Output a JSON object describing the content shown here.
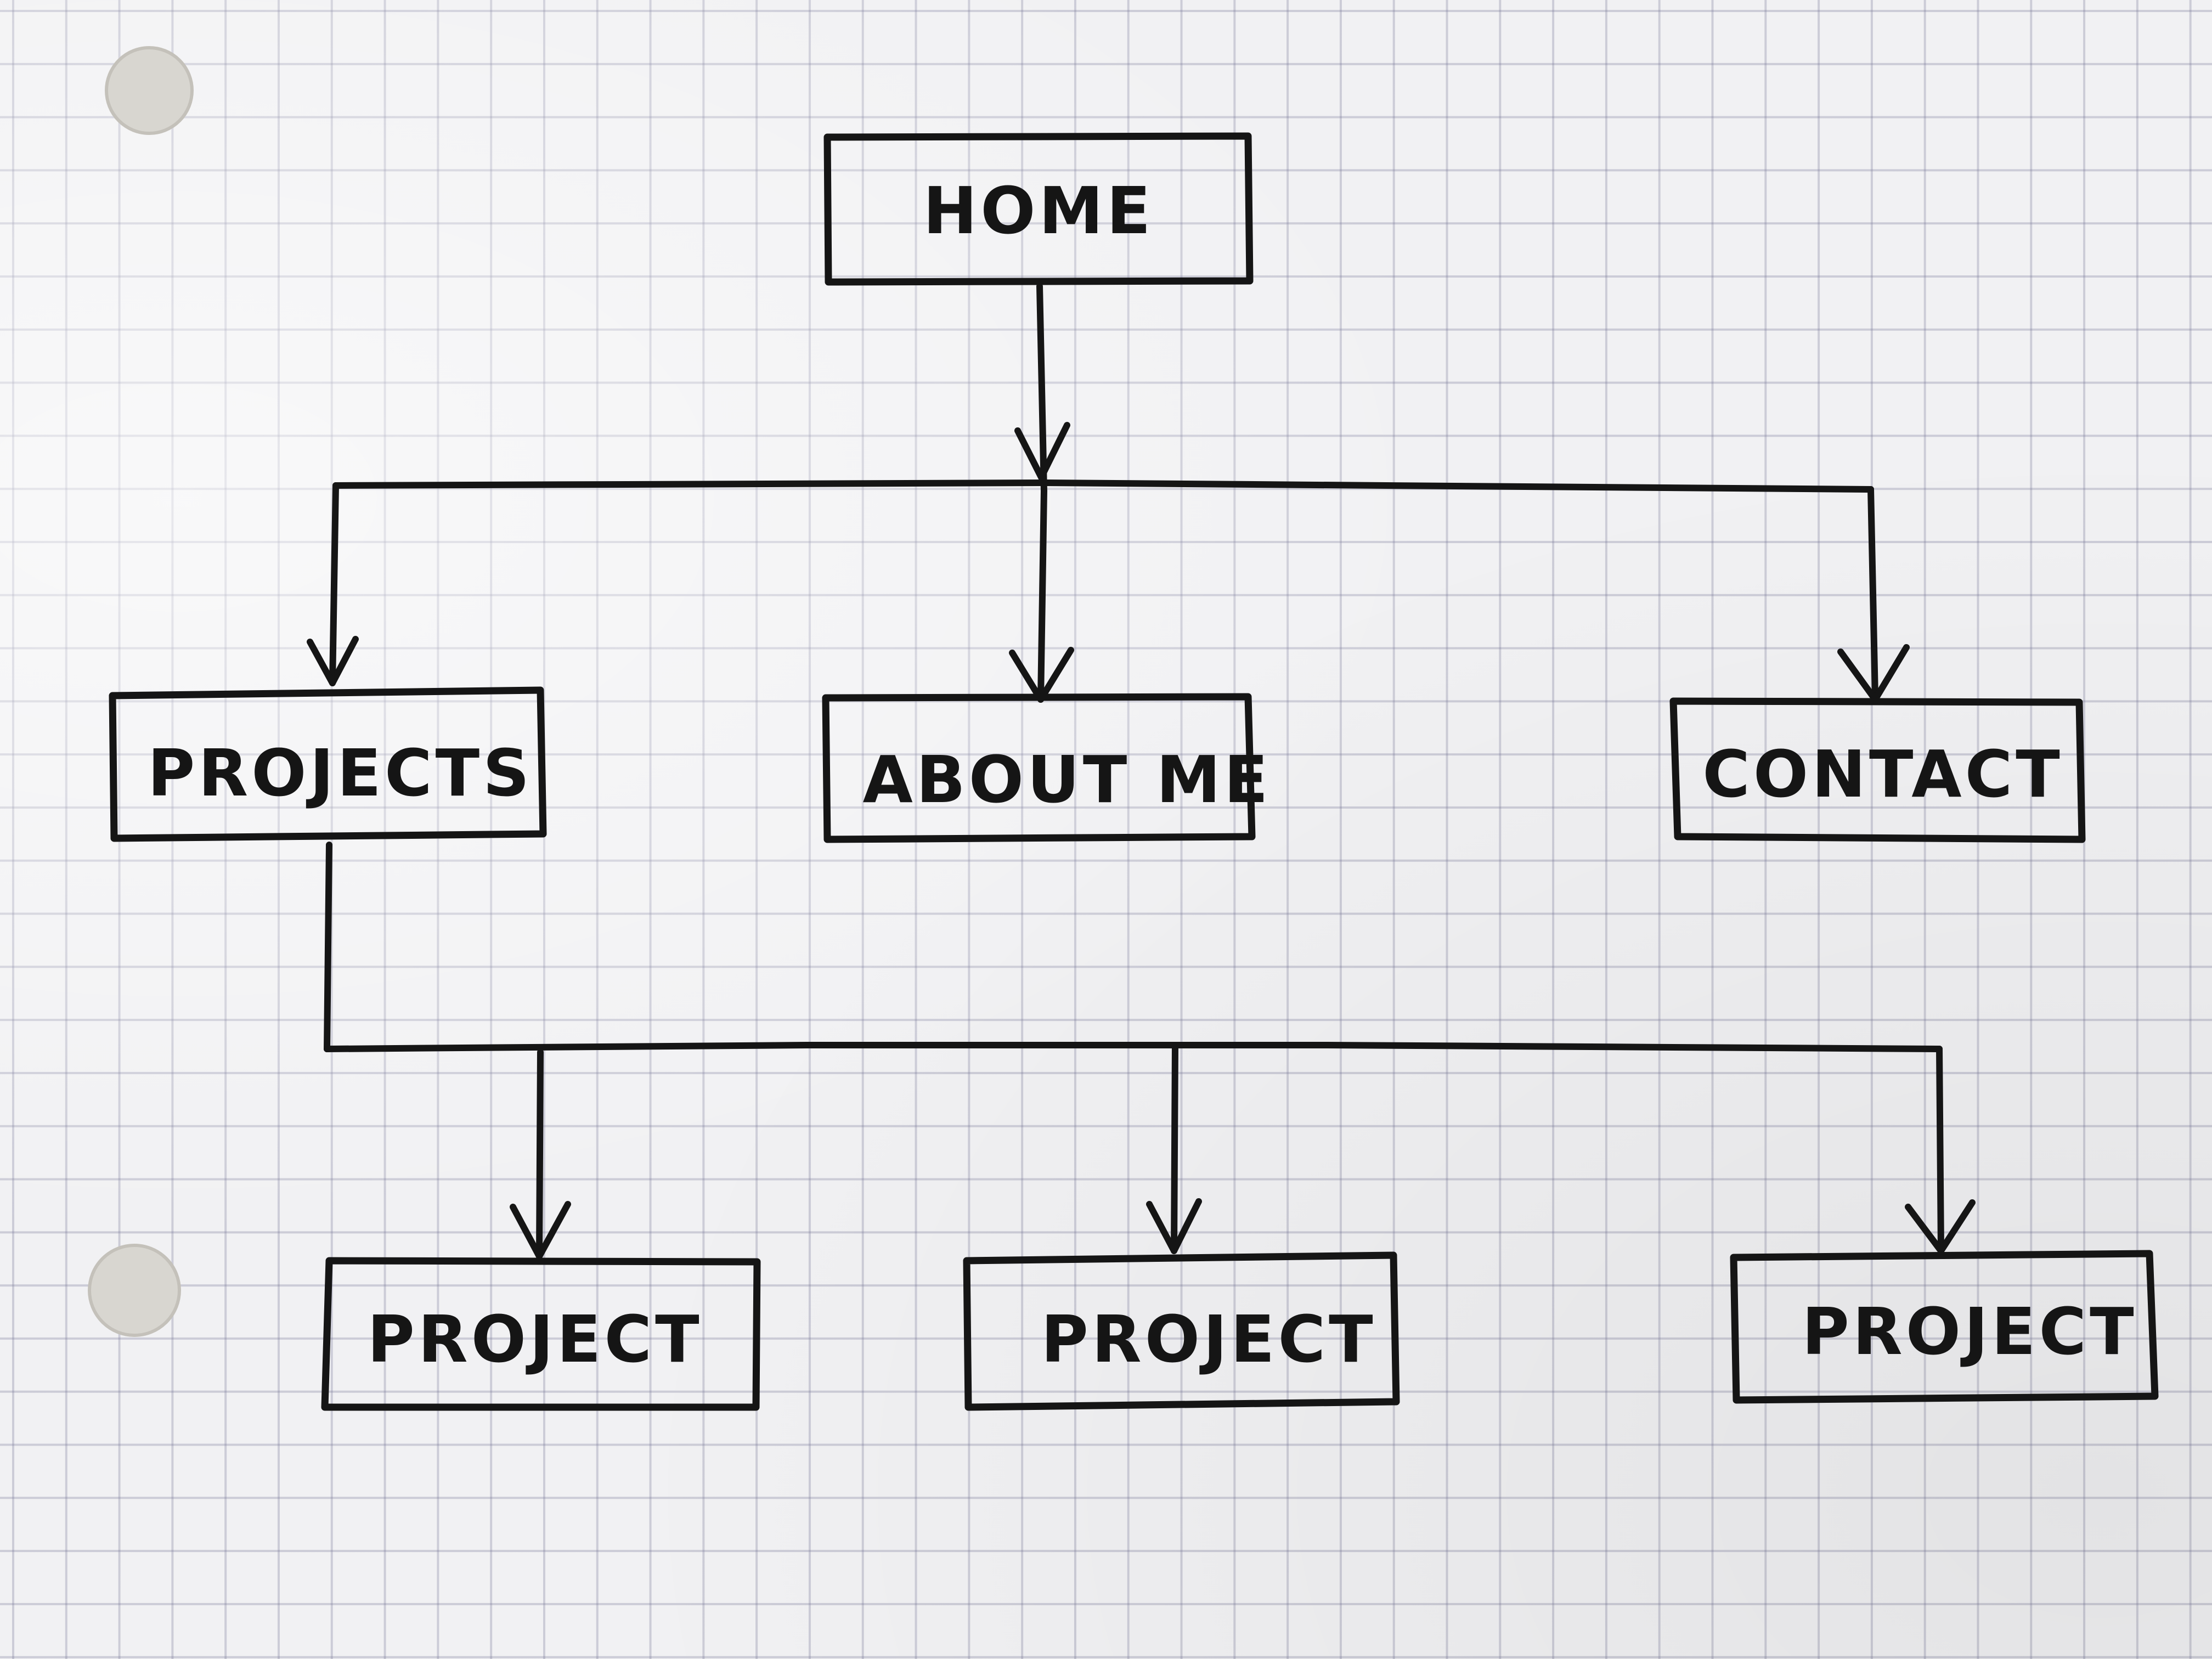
{
  "diagram": {
    "nodes": {
      "home": "HOME",
      "projects": "PROJECTS",
      "about": "ABOUT ME",
      "contact": "CONTACT",
      "project_1": "PROJECT",
      "project_2": "PROJECT",
      "project_3": "PROJECT"
    },
    "edges": [
      {
        "from": "home",
        "to": "projects"
      },
      {
        "from": "home",
        "to": "about"
      },
      {
        "from": "home",
        "to": "contact"
      },
      {
        "from": "projects",
        "to": "project_1"
      },
      {
        "from": "projects",
        "to": "project_2"
      },
      {
        "from": "projects",
        "to": "project_3"
      }
    ]
  }
}
